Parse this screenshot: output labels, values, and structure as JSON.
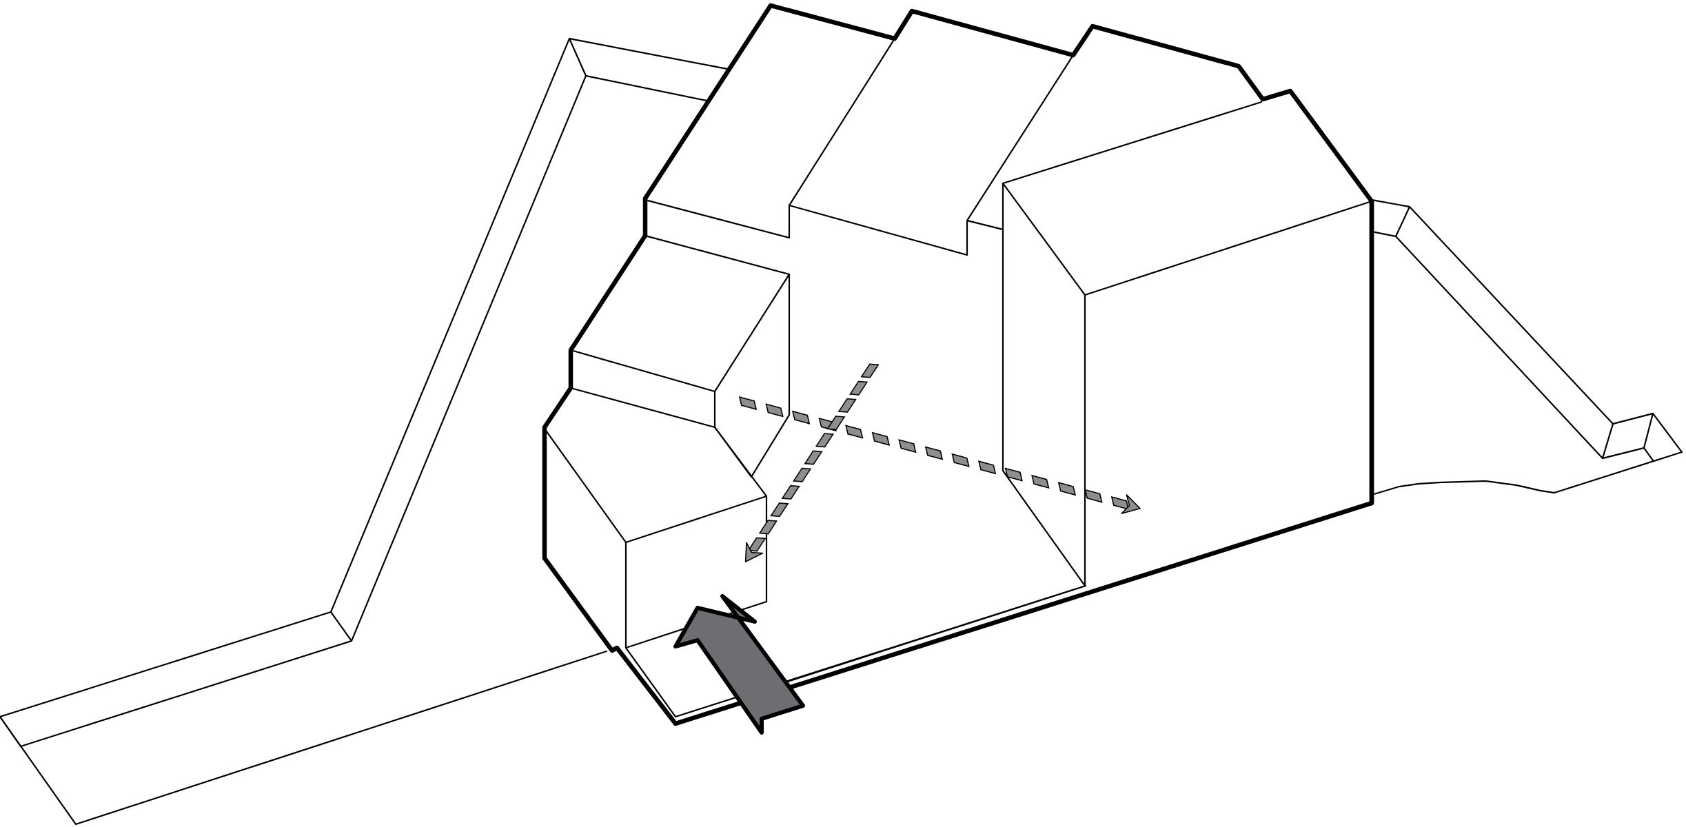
{
  "diagram": {
    "kind": "isometric-building-section",
    "colors": {
      "line": "#000000",
      "background": "#ffffff",
      "flow_arrow_fill": "#8e8e8e",
      "entry_arrow_fill": "#6e6e72"
    },
    "elements": [
      "ground-plane",
      "left-ramp-wall",
      "right-ramp-wall",
      "building-volume",
      "cross-flow-path",
      "diagonal-flow-path",
      "entry-arrow"
    ]
  }
}
